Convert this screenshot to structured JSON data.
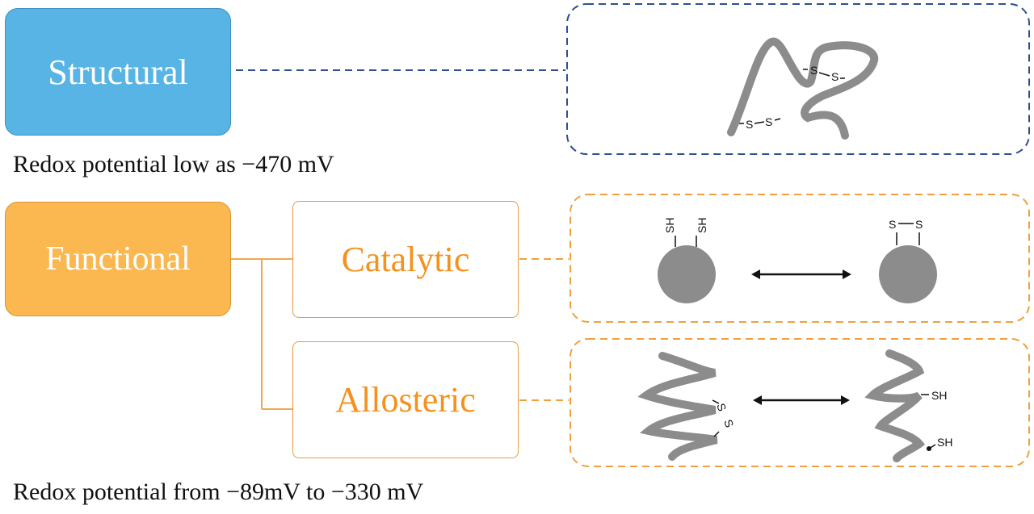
{
  "boxes": {
    "structural": "Structural",
    "functional": "Functional",
    "catalytic": "Catalytic",
    "allosteric": "Allosteric"
  },
  "captions": {
    "structural": "Redox potential low as −470 mV",
    "functional": "Redox potential from −89mV to −330 mV"
  },
  "figure_labels": {
    "disulfide_atom": "S",
    "thiol": "SH"
  },
  "colors": {
    "structural_fill": "#58b4e4",
    "functional_fill": "#fbb850",
    "subtype_text": "#f5911e",
    "structural_dash": "#2e4f8f",
    "functional_dash": "#f0a040",
    "protein_gray": "#8c8c8c"
  }
}
